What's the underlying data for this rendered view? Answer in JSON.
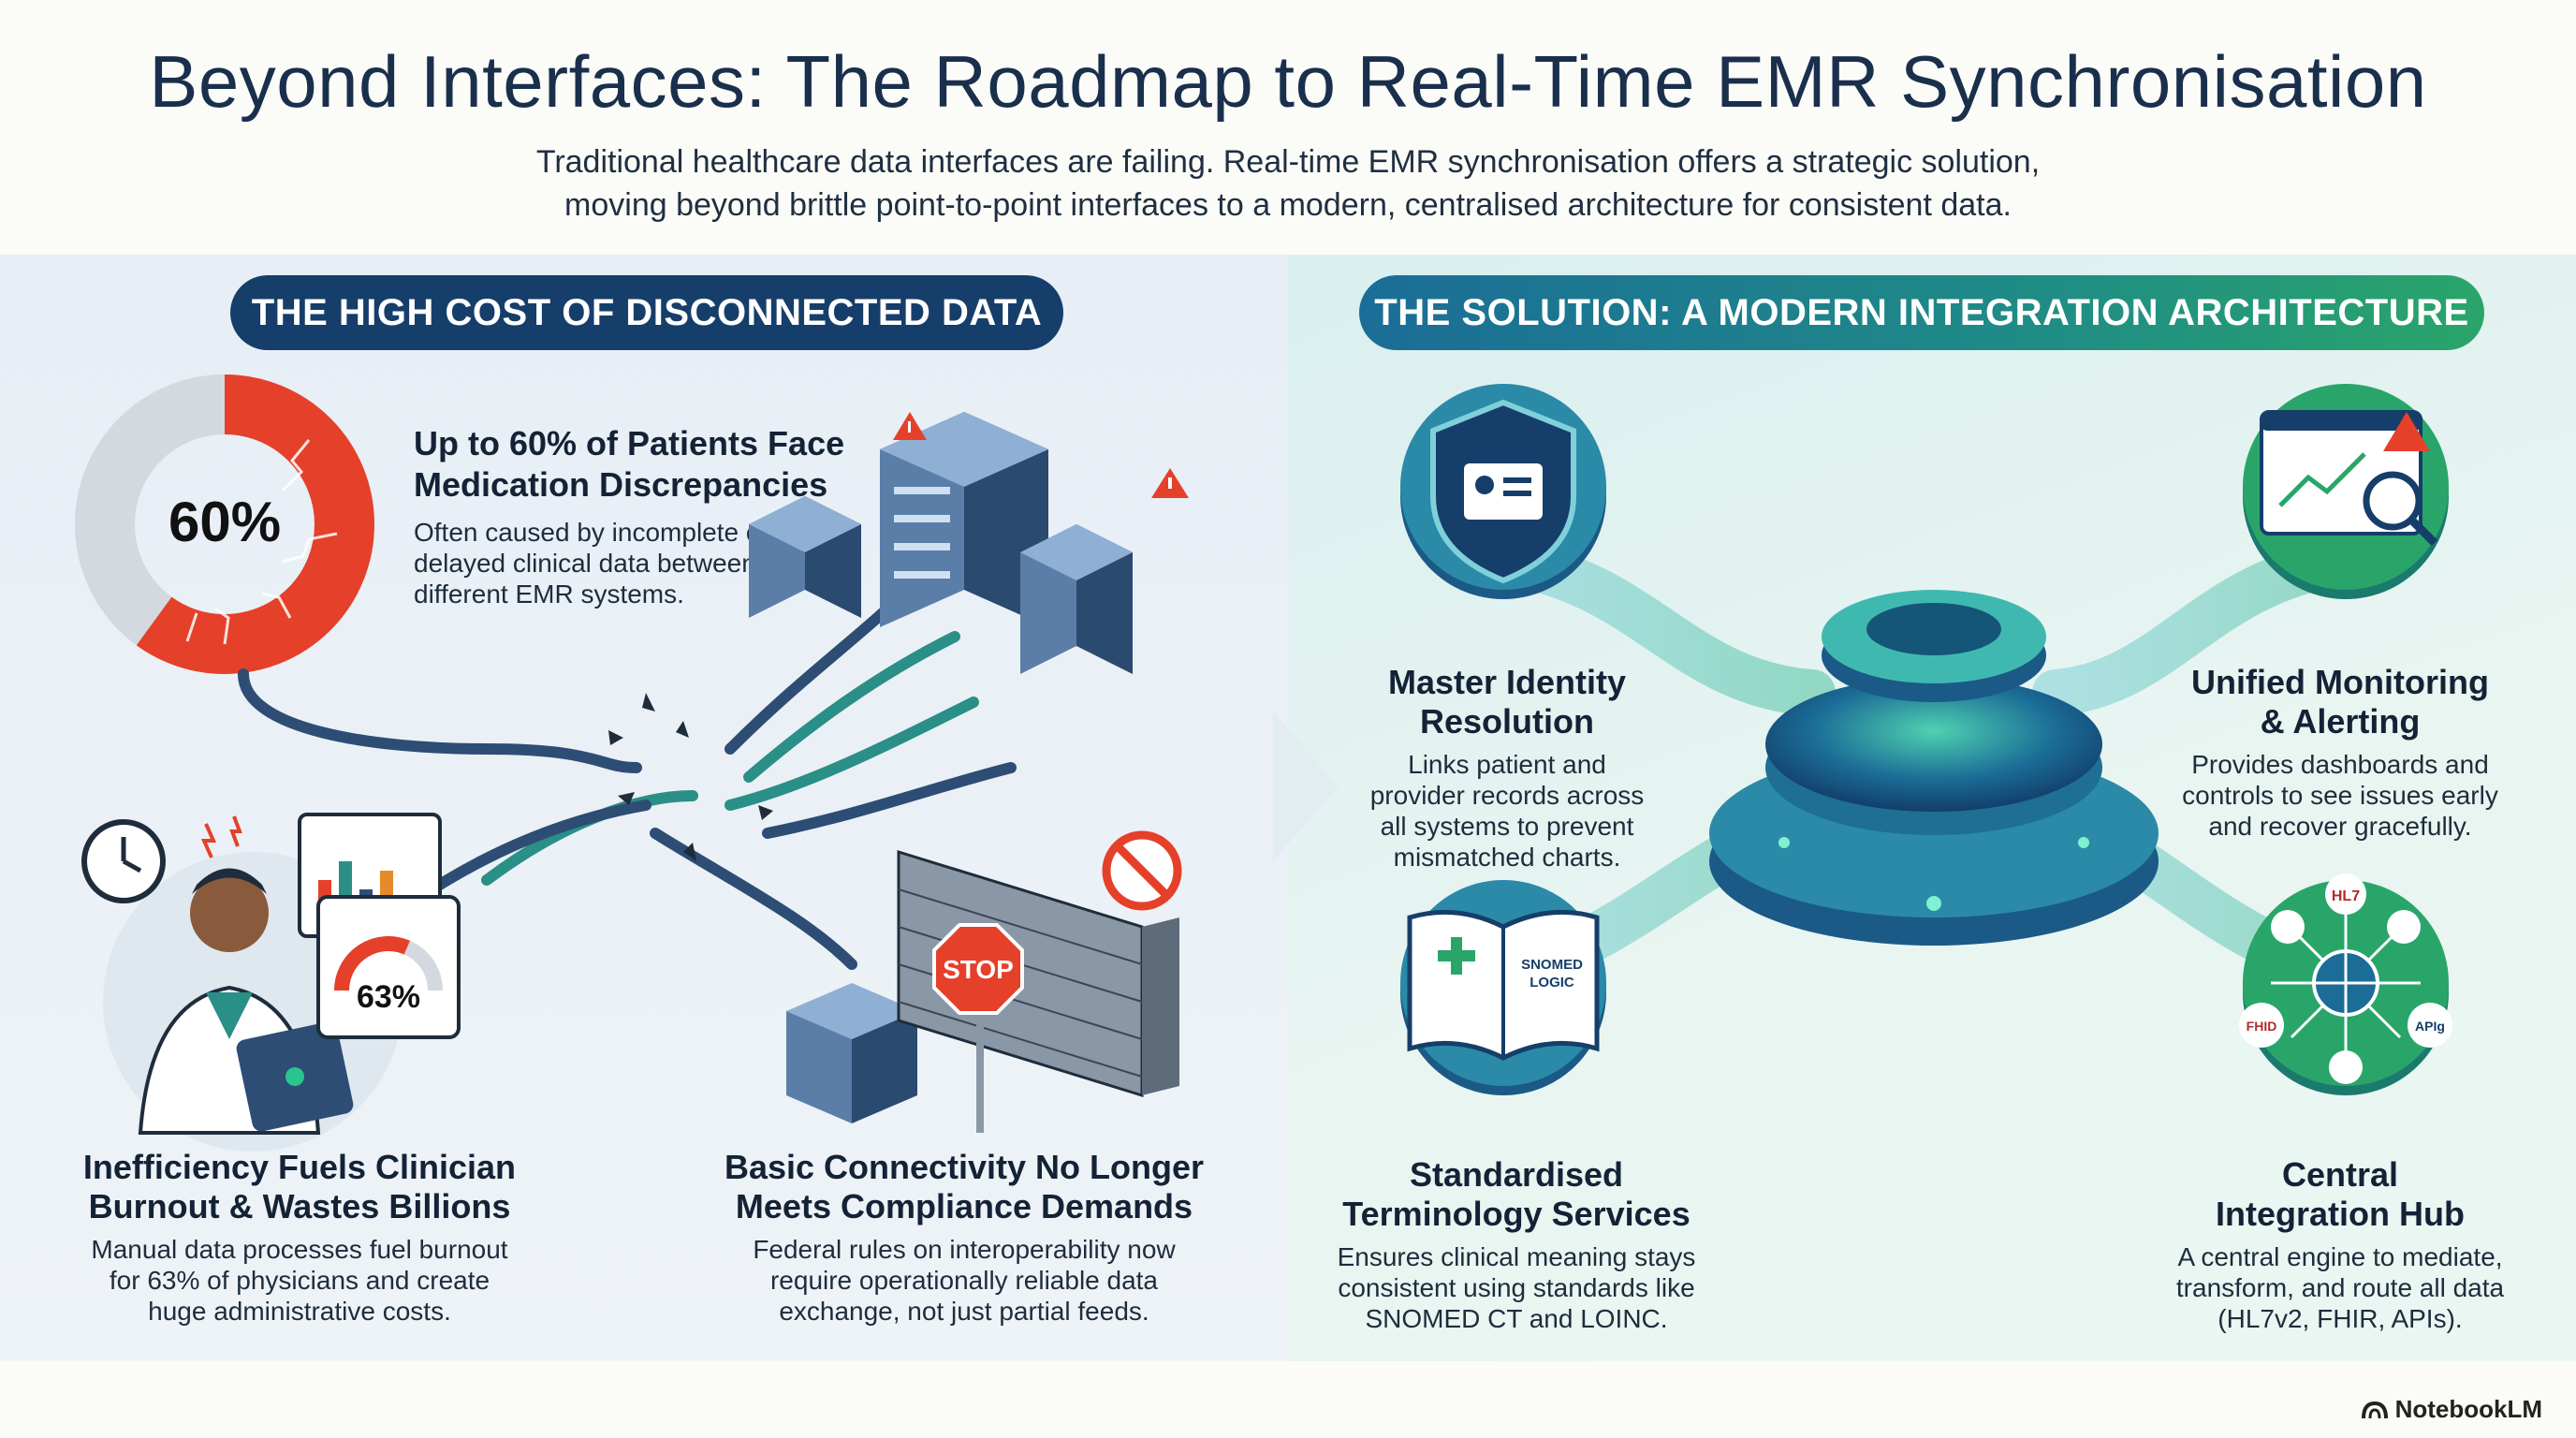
{
  "header": {
    "title": "Beyond Interfaces: The Roadmap to Real-Time EMR Synchronisation",
    "subtitle_line1": "Traditional healthcare data interfaces are failing. Real-time EMR synchronisation offers a strategic solution,",
    "subtitle_line2": "moving beyond brittle point-to-point interfaces to a modern, centralised architecture for consistent data."
  },
  "left": {
    "pill": "THE HIGH COST OF DISCONNECTED DATA",
    "stat_value": "60%",
    "stat_fraction": 0.6,
    "stat_heading_line1": "Up to 60% of Patients Face",
    "stat_heading_line2": "Medication Discrepancies",
    "stat_body_line1": "Often caused by incomplete or",
    "stat_body_line2": "delayed clinical data between",
    "stat_body_line3": "different EMR systems.",
    "burnout_gauge_value": "63%",
    "burnout_heading_line1": "Inefficiency Fuels Clinician",
    "burnout_heading_line2": "Burnout & Wastes Billions",
    "burnout_body_line1": "Manual data processes fuel burnout",
    "burnout_body_line2": "for 63% of physicians and create",
    "burnout_body_line3": "huge administrative costs.",
    "stop_sign": "STOP",
    "compliance_heading_line1": "Basic Connectivity No Longer",
    "compliance_heading_line2": "Meets Compliance Demands",
    "compliance_body_line1": "Federal rules on interoperability now",
    "compliance_body_line2": "require operationally reliable data",
    "compliance_body_line3": "exchange, not just partial feeds."
  },
  "right": {
    "pill": "THE SOLUTION: A MODERN INTEGRATION ARCHITECTURE",
    "identity_heading_line1": "Master Identity",
    "identity_heading_line2": "Resolution",
    "identity_body_line1": "Links patient and",
    "identity_body_line2": "provider records across",
    "identity_body_line3": "all systems to prevent",
    "identity_body_line4": "mismatched charts.",
    "monitoring_heading_line1": "Unified Monitoring",
    "monitoring_heading_line2": "& Alerting",
    "monitoring_body_line1": "Provides dashboards and",
    "monitoring_body_line2": "controls to see issues early",
    "monitoring_body_line3": "and recover gracefully.",
    "book_label_line1": "SNOMED",
    "book_label_line2": "LOGIC",
    "terminology_heading_line1": "Standardised",
    "terminology_heading_line2": "Terminology Services",
    "terminology_body_line1": "Ensures clinical meaning stays",
    "terminology_body_line2": "consistent using standards like",
    "terminology_body_line3": "SNOMED CT and LOINC.",
    "hub_tag_hl7": "HL7",
    "hub_tag_fhir": "FHID",
    "hub_tag_api": "APIg",
    "hub_heading_line1": "Central",
    "hub_heading_line2": "Integration Hub",
    "hub_body_line1": "A central engine to mediate,",
    "hub_body_line2": "transform, and route all data",
    "hub_body_line3": "(HL7v2, FHIR, APIs)."
  },
  "footer": {
    "brand": "NotebookLM"
  },
  "colors": {
    "navy": "#163e6a",
    "alert_red": "#e5402a",
    "teal": "#1f8c86",
    "green": "#2aa56a"
  }
}
